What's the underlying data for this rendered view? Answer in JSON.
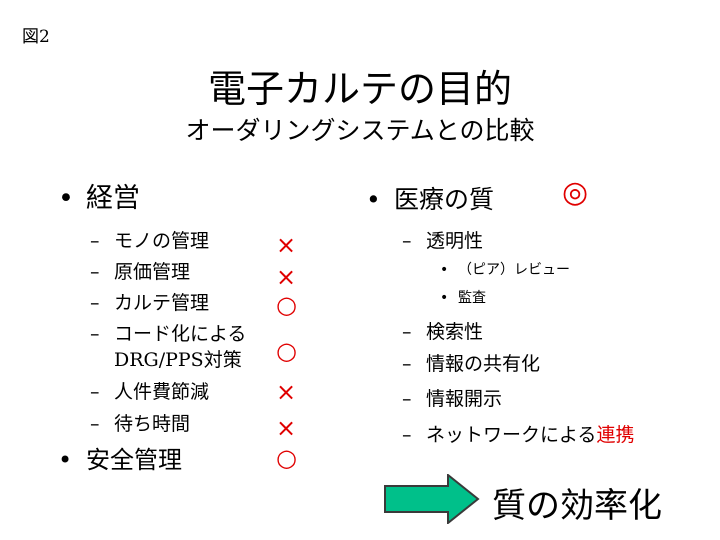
{
  "figure_label": "図2",
  "title": "電子カルテの目的",
  "subtitle": "オーダリングシステムとの比較",
  "left": {
    "heading": "経営",
    "items": [
      {
        "label": "モノの管理",
        "mark": "×"
      },
      {
        "label": "原価管理",
        "mark": "×"
      },
      {
        "label": "カルテ管理",
        "mark": "○"
      },
      {
        "label": "コード化による",
        "label2": "DRG/PPS対策",
        "mark": "○"
      },
      {
        "label": "人件費節減",
        "mark": "×"
      },
      {
        "label": "待ち時間",
        "mark": "×"
      }
    ],
    "heading2": "安全管理",
    "heading2_mark": "○"
  },
  "right": {
    "heading": "医療の質",
    "heading_mark": "◎",
    "items": [
      {
        "label": "透明性"
      },
      {
        "label": "検索性"
      },
      {
        "label": "情報の共有化"
      },
      {
        "label": "情報開示"
      },
      {
        "label": "ネットワークによる",
        "emphasis": "連携"
      }
    ],
    "subitems": [
      "（ピア）レビュー",
      "監査"
    ]
  },
  "conclusion": "質の効率化",
  "colors": {
    "mark": "#e00000",
    "arrow_fill": "#00c08a",
    "arrow_stroke": "#3a3a3a"
  }
}
